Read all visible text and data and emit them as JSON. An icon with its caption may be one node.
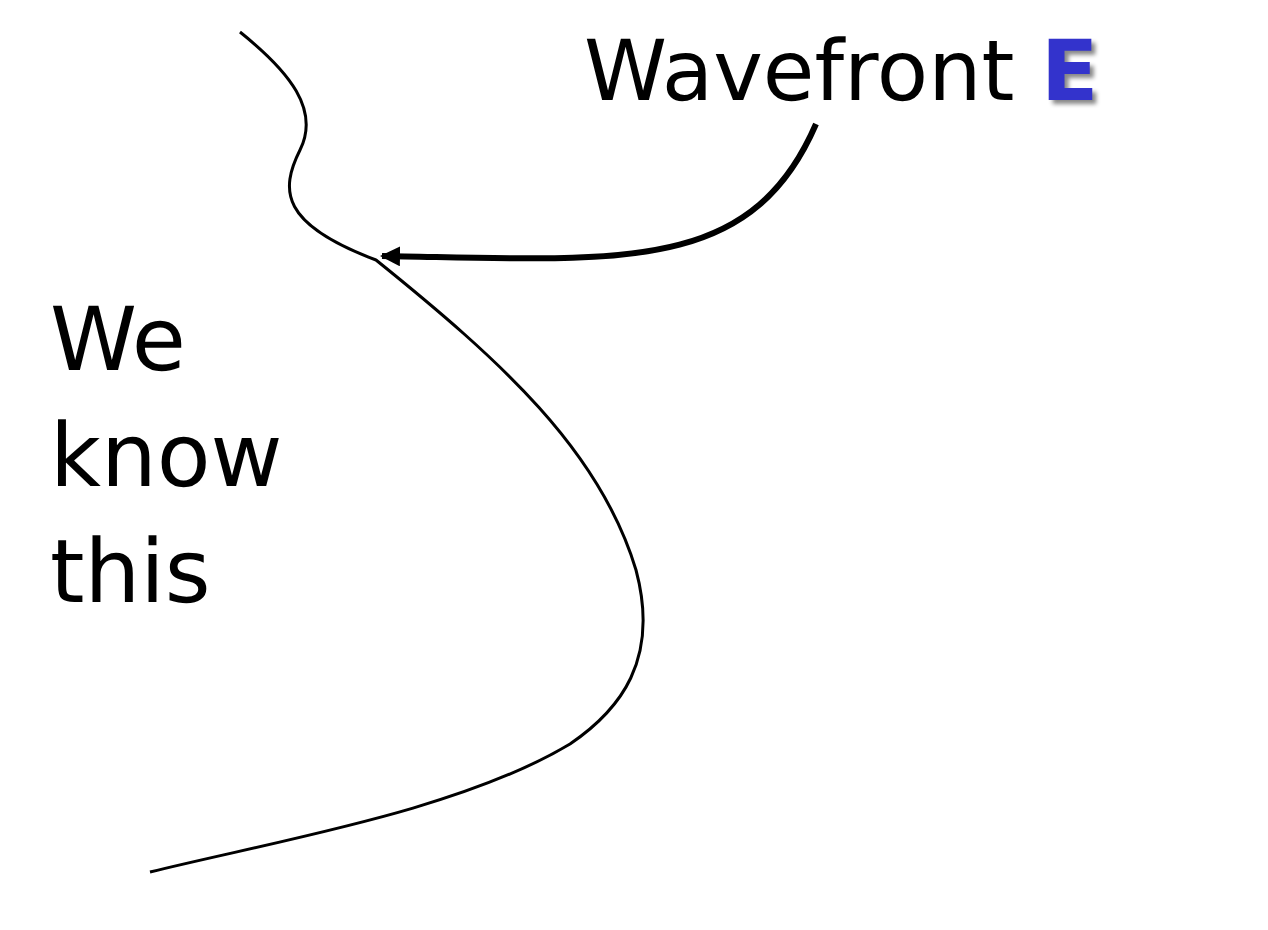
{
  "diagram": {
    "nodes": [
      {
        "text": [
          "Wavefront **E**"
        ]
      },
      {
        "text": [],
        "shape": "curve"
      }
    ],
    "edges": [
      {
        "from": 0,
        "to": 1,
        "arrow": "to"
      }
    ],
    "labels": [
      "We know this"
    ]
  }
}
